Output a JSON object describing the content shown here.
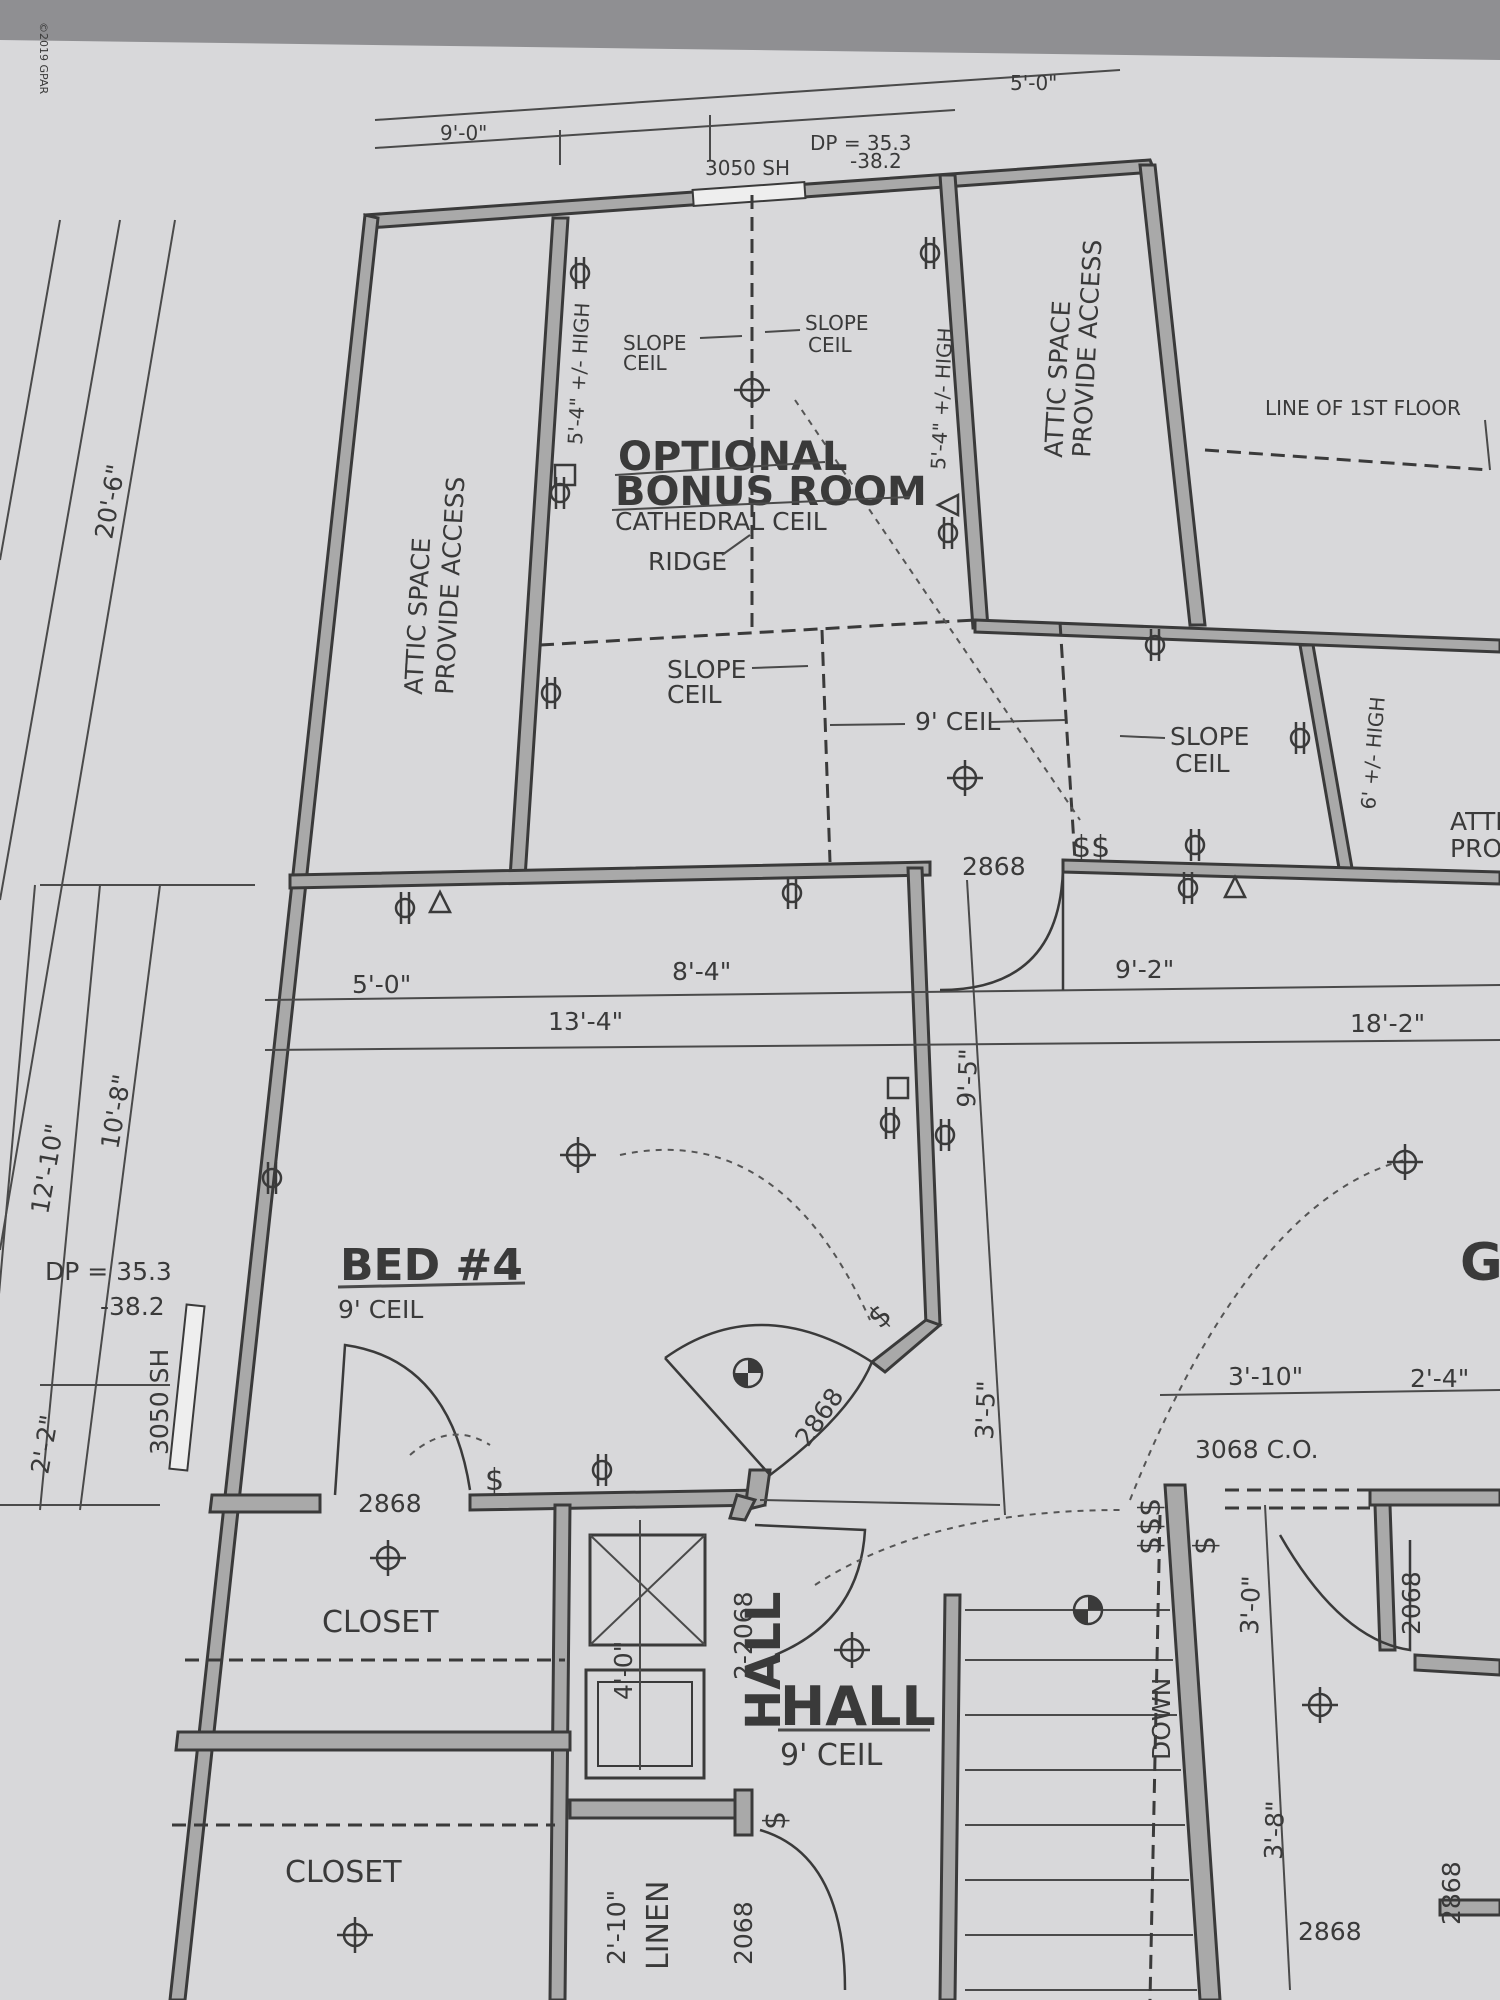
{
  "copyright": "©2019 GPAR",
  "rooms": {
    "bonus_title_1": "OPTIONAL",
    "bonus_title_2": "BONUS ROOM",
    "bonus_ceiling": "CATHEDRAL CEIL",
    "ridge": "RIDGE",
    "bed4_title": "BED #4",
    "bed4_ceiling": "9' CEIL",
    "hall_title": "HALL",
    "hall_ceiling": "9' CEIL",
    "closet_1": "CLOSET",
    "closet_2": "CLOSET",
    "linen": "LINEN",
    "attic_left_1": "ATTIC SPACE",
    "attic_left_2": "PROVIDE ACCESS",
    "attic_right_1": "ATTIC SPACE",
    "attic_right_2": "PROVIDE ACCESS",
    "attic_partial_1": "ATTI",
    "attic_partial_2": "PRO",
    "garage_partial": "G"
  },
  "notes": {
    "slope_ceil": "SLOPE CEIL",
    "slope_label": "SLOPE",
    "ceil_label": "CEIL",
    "nine_ceil": "9' CEIL",
    "line_of_1st_floor": "LINE OF 1ST FLOOR",
    "high_5_4": "5'-4\" +/- HIGH",
    "high_6": "6' +/- HIGH",
    "dp_top": "DP = 35.3",
    "dp_top_2": "-38.2",
    "dp_left": "DP = 35.3",
    "dp_left_2": "-38.2",
    "window_top": "3050 SH",
    "window_left": "3050 SH",
    "cased_opening": "3068 C.O.",
    "down": "DOWN"
  },
  "dimensions": {
    "d_5_0": "5'-0\"",
    "d_8_4": "8'-4\"",
    "d_9_2": "9'-2\"",
    "d_13_4": "13'-4\"",
    "d_18_2": "18'-2\"",
    "d_9_5": "9'-5\"",
    "d_3_5": "3'-5\"",
    "d_3_10": "3'-10\"",
    "d_2_4": "2'-4\"",
    "d_3_0": "3'-0\"",
    "d_3_8": "3'-8\"",
    "d_4_0": "4'-0\"",
    "d_2_10": "2'-10\"",
    "d_12_10": "12'-10\"",
    "d_10_8": "10'-8\"",
    "d_2_2": "2'-2\"",
    "d_20_6": "20'-6\"",
    "d_top_5_0": "5'-0\"",
    "d_top_9_0": "9'-0\""
  },
  "doors": {
    "door_2868_a": "2868",
    "door_2868_b": "2868",
    "door_2868_c": "2868",
    "door_2868_d": "2868",
    "door_2_2068": "2-2068",
    "door_2068_a": "2068",
    "door_2068_b": "2068",
    "door_2868_e": "2868"
  },
  "icons": [
    "light-fixture-icon",
    "outlet-icon",
    "switch-icon",
    "smoke-detector-icon",
    "tv-jack-icon",
    "phone-jack-icon"
  ],
  "colors": {
    "paper": "#d6d6d8",
    "line": "#3a3a3a",
    "wall_fill": "#a9a9a9"
  }
}
